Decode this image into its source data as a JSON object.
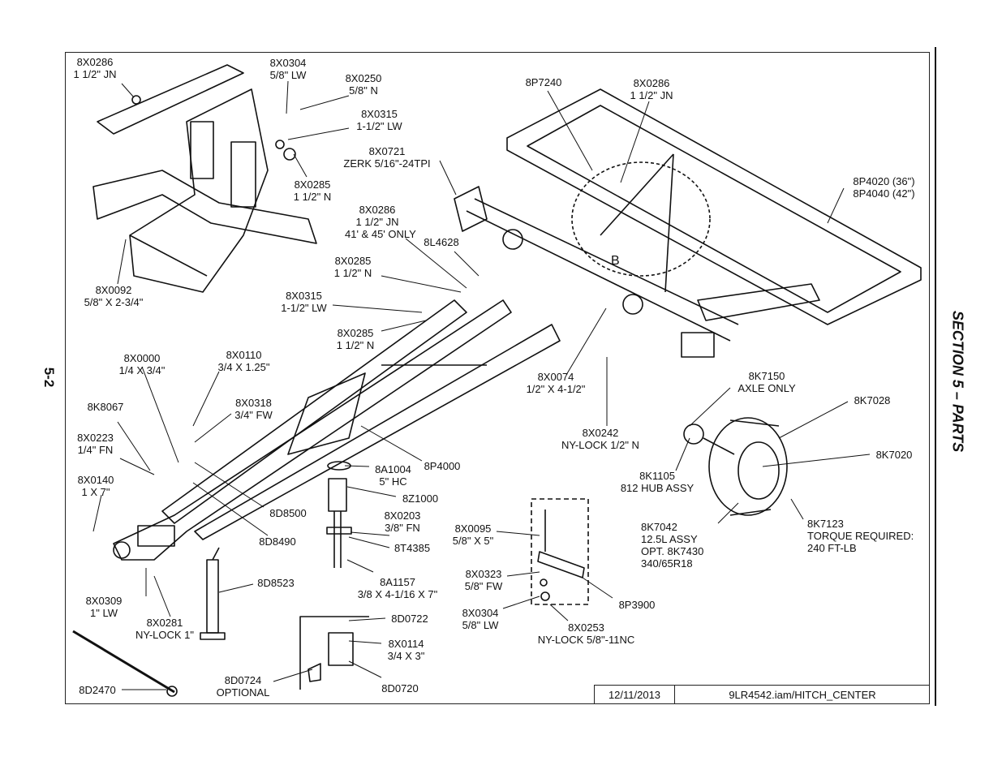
{
  "section_title": "SECTION 5 – PARTS",
  "page_number": "5-2",
  "title_block": {
    "date": "12/11/2013",
    "file": "9LR4542.iam/HITCH_CENTER"
  },
  "callouts": {
    "c1": [
      "8X0286",
      "1 1/2\" JN"
    ],
    "c2": [
      "8X0304",
      "5/8\" LW"
    ],
    "c3": [
      "8X0250",
      "5/8\" N"
    ],
    "c4": [
      "8X0315",
      "1-1/2\" LW"
    ],
    "c5": [
      "8X0285",
      "1 1/2\" N"
    ],
    "c6": [
      "8X0092",
      "5/8\" X 2-3/4\""
    ],
    "c7": [
      "8P7240"
    ],
    "c8": [
      "8X0286",
      "1 1/2\" JN"
    ],
    "c9": [
      "8X0721",
      "ZERK 5/16\"-24TPI"
    ],
    "c10": [
      "8P4020 (36\")",
      "8P4040 (42\")"
    ],
    "c11": [
      "8X0286",
      "1 1/2\" JN",
      "41' & 45' ONLY"
    ],
    "c12": [
      "8L4628"
    ],
    "c13": [
      "8X0285",
      "1 1/2\" N"
    ],
    "c14": [
      "8X0315",
      "1-1/2\" LW"
    ],
    "c15": [
      "8X0285",
      "1 1/2\" N"
    ],
    "c16": [
      "8X0074",
      "1/2\" X 4-1/2\""
    ],
    "c17": [
      "8X0242",
      "NY-LOCK 1/2\" N"
    ],
    "c18": [
      "8K7150",
      "AXLE ONLY"
    ],
    "c19": [
      "8K7028"
    ],
    "c20": [
      "8K7020"
    ],
    "c21": [
      "8K1105",
      "812 HUB ASSY"
    ],
    "c22": [
      "8K7042",
      "12.5L ASSY",
      "OPT. 8K7430",
      "340/65R18"
    ],
    "c23": [
      "8K7123",
      "TORQUE REQUIRED:",
      "240 FT-LB"
    ],
    "c24": [
      "8X0000",
      "1/4 X 3/4\""
    ],
    "c25": [
      "8X0110",
      "3/4 X 1.25\""
    ],
    "c26": [
      "8K8067"
    ],
    "c27": [
      "8X0318",
      "3/4\" FW"
    ],
    "c28": [
      "8X0223",
      "1/4\" FN"
    ],
    "c29": [
      "8X0140",
      "1 X 7\""
    ],
    "c30": [
      "8P4000"
    ],
    "c31": [
      "8A1004",
      "5\" HC"
    ],
    "c32": [
      "8Z1000"
    ],
    "c33": [
      "8D8500"
    ],
    "c34": [
      "8D8490"
    ],
    "c35": [
      "8X0203",
      "3/8\" FN"
    ],
    "c36": [
      "8T4385"
    ],
    "c37": [
      "8X0095",
      "5/8\" X 5\""
    ],
    "c38": [
      "8A1157",
      "3/8 X 4-1/16 X 7\""
    ],
    "c39": [
      "8X0323",
      "5/8\" FW"
    ],
    "c40": [
      "8P3900"
    ],
    "c41": [
      "8X0304",
      "5/8\" LW"
    ],
    "c42": [
      "8X0253",
      "NY-LOCK 5/8\"-11NC"
    ],
    "c43": [
      "8X0309",
      "1\" LW"
    ],
    "c44": [
      "8X0281",
      "NY-LOCK 1\""
    ],
    "c45": [
      "8D8523"
    ],
    "c46": [
      "8D0722"
    ],
    "c47": [
      "8X0114",
      "3/4 X 3\""
    ],
    "c48": [
      "8D0724",
      "OPTIONAL"
    ],
    "c49": [
      "8D0720"
    ],
    "c50": [
      "8D2470"
    ],
    "detail_marker": "B"
  }
}
